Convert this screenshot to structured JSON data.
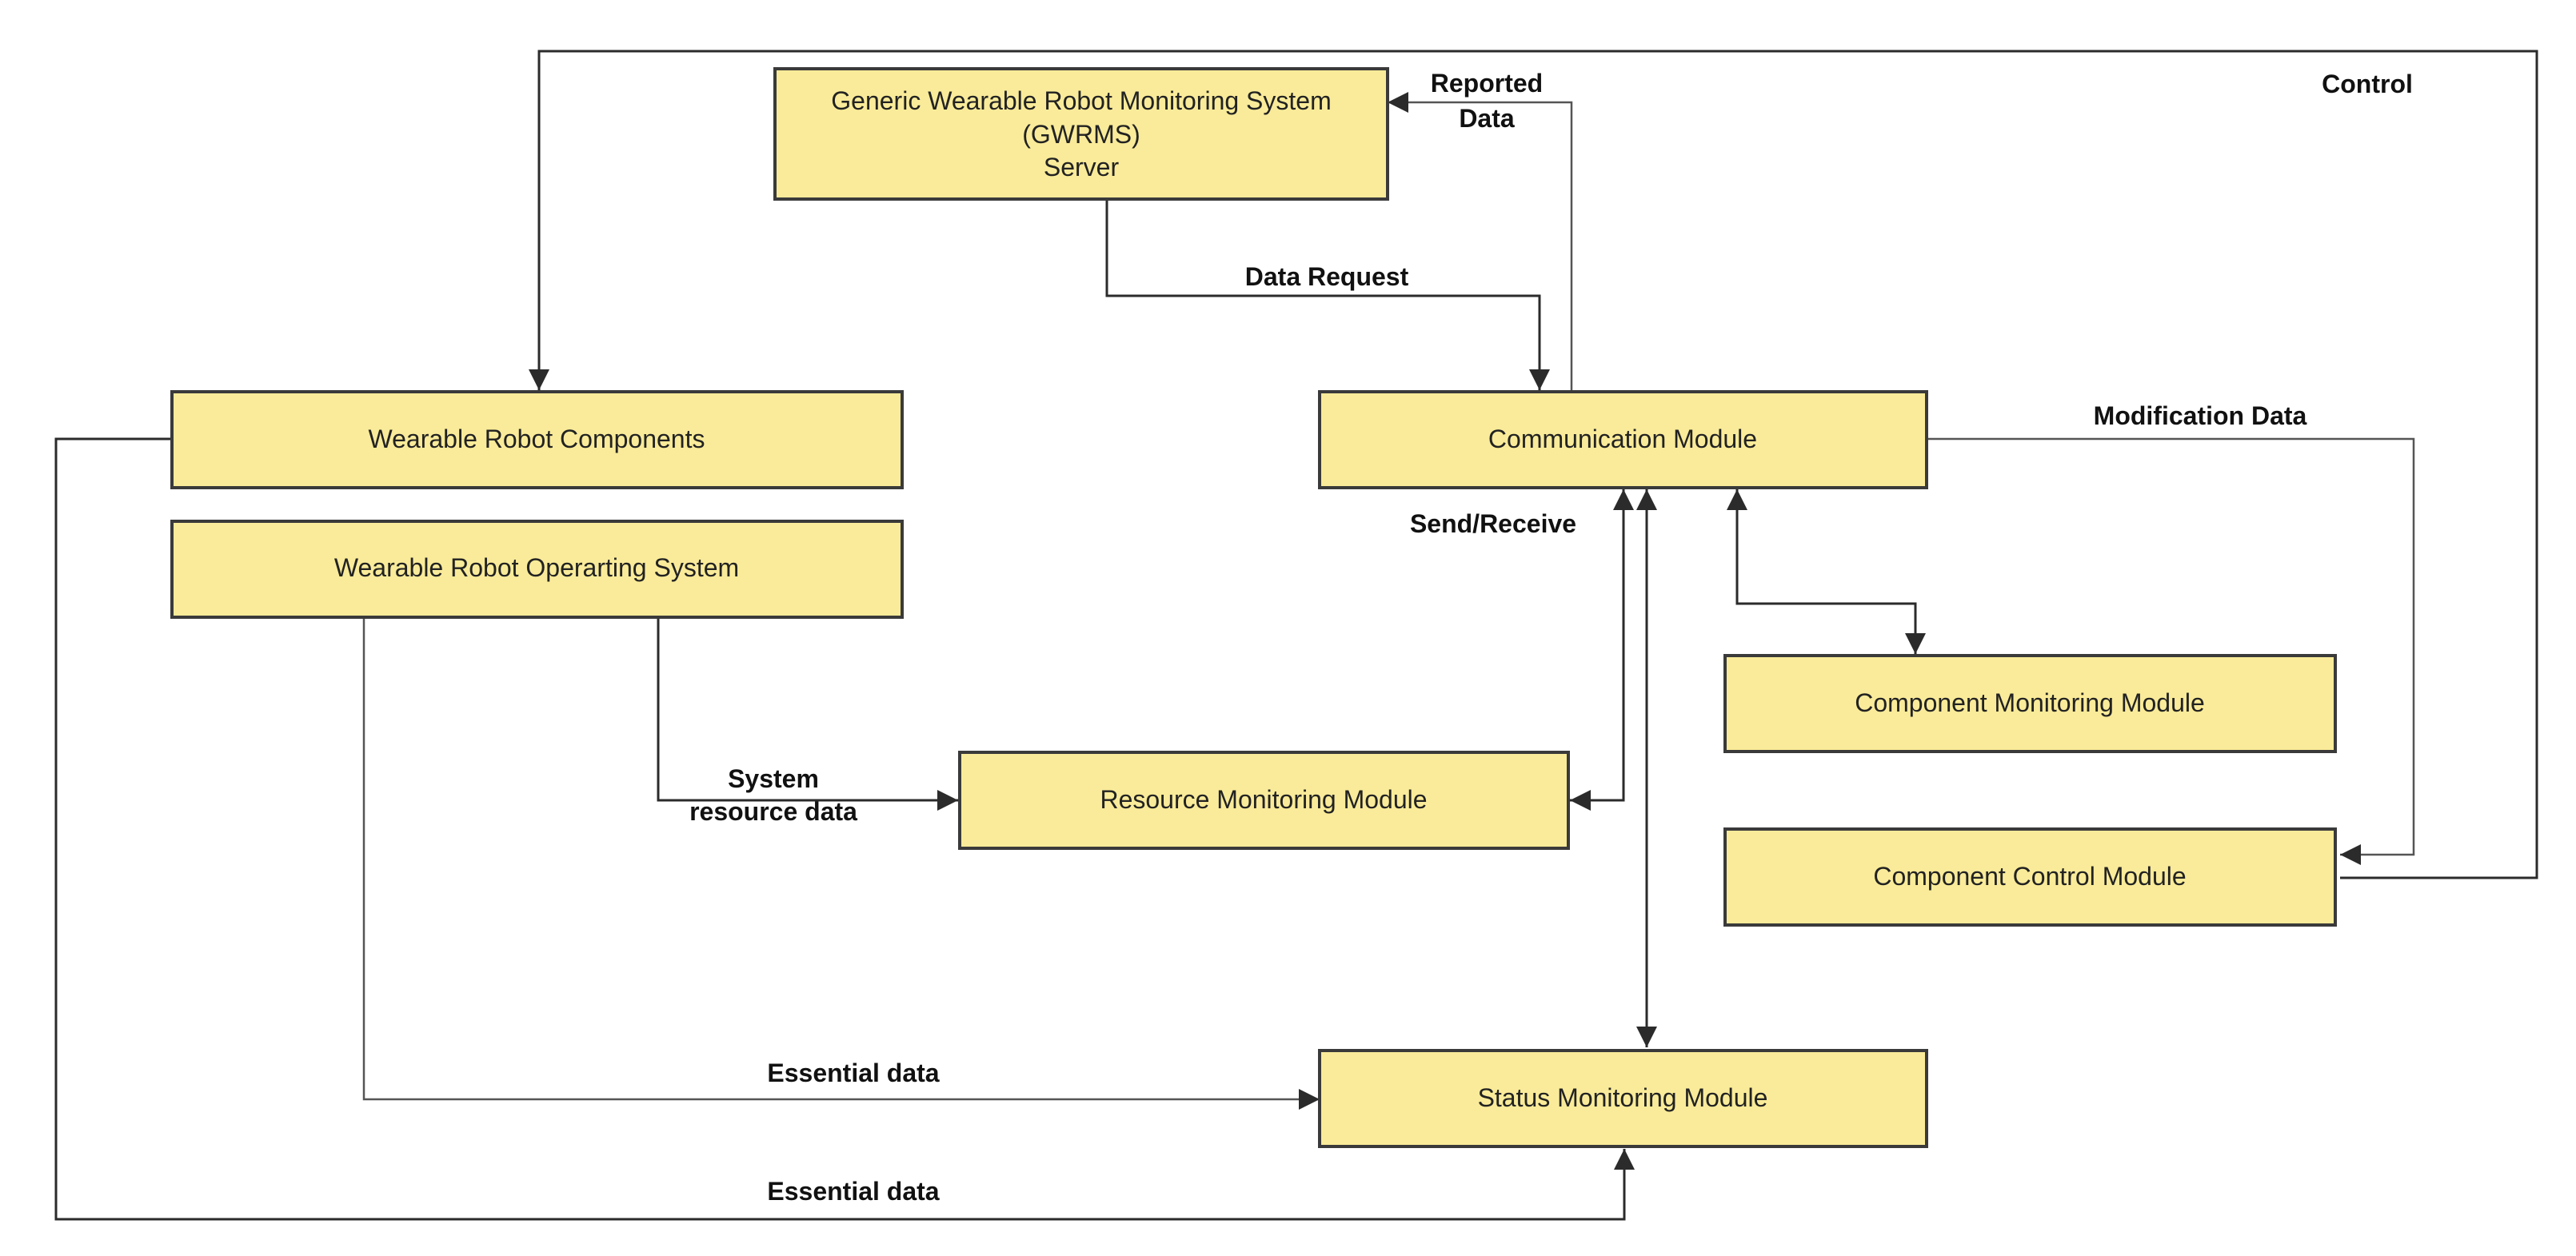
{
  "nodes": {
    "server_line1": "Generic Wearable Robot Monitoring System",
    "server_line2": "(GWRMS)",
    "server_line3": "Server",
    "components": "Wearable Robot Components",
    "os": "Wearable Robot Operarting System",
    "communication": "Communication Module",
    "resource": "Resource Monitoring Module",
    "component_monitoring": "Component Monitoring Module",
    "component_control": "Component Control Module",
    "status": "Status Monitoring Module"
  },
  "edges": {
    "reported_line1": "Reported",
    "reported_line2": "Data",
    "control": "Control",
    "data_request": "Data Request",
    "modification": "Modification Data",
    "send_receive": "Send/Receive",
    "system_line1": "System",
    "system_line2": "resource data",
    "essential_1": "Essential data",
    "essential_2": "Essential data"
  }
}
